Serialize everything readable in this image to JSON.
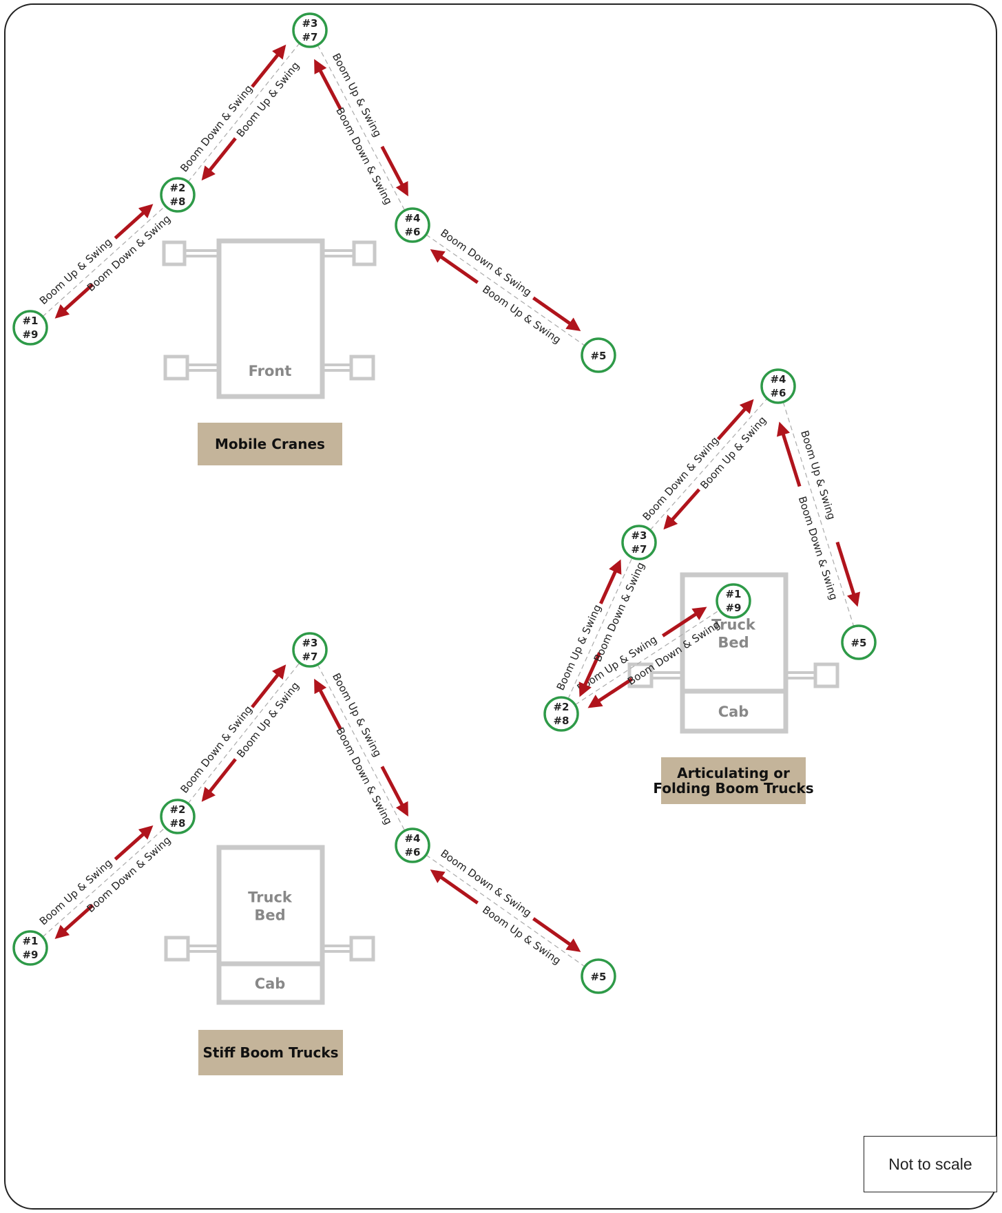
{
  "colors": {
    "node_stroke": "#2e9a48",
    "arrow": "#b0141c",
    "vehicle_outline": "#c9c9c9",
    "path_dash": "#aaaaaa",
    "title_fill": "#c4b49a"
  },
  "note": "Not to scale",
  "diagrams": [
    {
      "id": "mobile",
      "title_lines": [
        "Mobile Cranes"
      ],
      "vehicle_lines": [
        "Front"
      ],
      "nodes": [
        {
          "id": "A",
          "lines": [
            "#1",
            "#9"
          ]
        },
        {
          "id": "B",
          "lines": [
            "#2",
            "#8"
          ]
        },
        {
          "id": "C",
          "lines": [
            "#3",
            "#7"
          ]
        },
        {
          "id": "D",
          "lines": [
            "#4",
            "#6"
          ]
        },
        {
          "id": "E",
          "lines": [
            "#5"
          ]
        }
      ],
      "edges": [
        {
          "outer": "Boom Up & Swing",
          "inner": "Boom Down & Swing"
        },
        {
          "outer": "Boom Down & Swing",
          "inner": "Boom Up & Swing"
        },
        {
          "outer": "Boom Up & Swing",
          "inner": "Boom Down & Swing"
        },
        {
          "outer": "Boom Down & Swing",
          "inner": "Boom Up & Swing"
        }
      ]
    },
    {
      "id": "stiff",
      "title_lines": [
        "Stiff Boom Trucks"
      ],
      "vehicle_lines": [
        "Truck",
        "Bed",
        "Cab"
      ],
      "nodes": [
        {
          "id": "A",
          "lines": [
            "#1",
            "#9"
          ]
        },
        {
          "id": "B",
          "lines": [
            "#2",
            "#8"
          ]
        },
        {
          "id": "C",
          "lines": [
            "#3",
            "#7"
          ]
        },
        {
          "id": "D",
          "lines": [
            "#4",
            "#6"
          ]
        },
        {
          "id": "E",
          "lines": [
            "#5"
          ]
        }
      ],
      "edges": [
        {
          "outer": "Boom Up & Swing",
          "inner": "Boom Down & Swing"
        },
        {
          "outer": "Boom Down & Swing",
          "inner": "Boom Up & Swing"
        },
        {
          "outer": "Boom Up & Swing",
          "inner": "Boom Down & Swing"
        },
        {
          "outer": "Boom Down & Swing",
          "inner": "Boom Up & Swing"
        }
      ]
    },
    {
      "id": "articulating",
      "title_lines": [
        "Articulating or",
        "Folding Boom Trucks"
      ],
      "vehicle_lines": [
        "Truck",
        "Bed",
        "Cab"
      ],
      "nodes": [
        {
          "id": "A",
          "lines": [
            "#1",
            "#9"
          ]
        },
        {
          "id": "B",
          "lines": [
            "#2",
            "#8"
          ]
        },
        {
          "id": "C",
          "lines": [
            "#3",
            "#7"
          ]
        },
        {
          "id": "D",
          "lines": [
            "#4",
            "#6"
          ]
        },
        {
          "id": "E",
          "lines": [
            "#5"
          ]
        }
      ],
      "edges": [
        {
          "outer": "Boom Up & Swing",
          "inner": "Boom Down & Swing"
        },
        {
          "outer": "Boom Up & Swing",
          "inner": "Boom Down & Swing"
        },
        {
          "outer": "Boom Down & Swing",
          "inner": "Boom Up & Swing"
        },
        {
          "outer": "Boom Up & Swing",
          "inner": "Boom Down & Swing"
        }
      ]
    }
  ]
}
